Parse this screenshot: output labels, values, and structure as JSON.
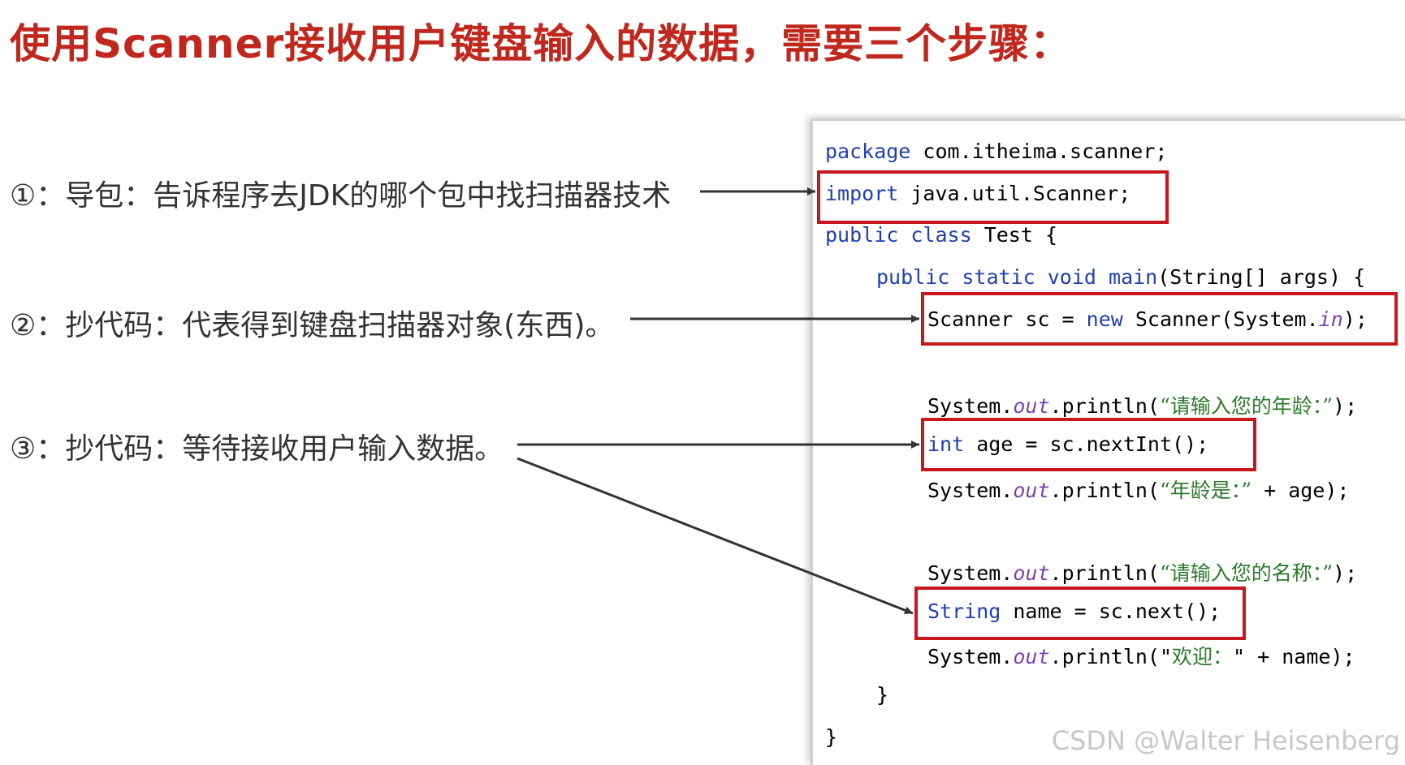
{
  "title": "使用Scanner接收用户键盘输入的数据，需要三个步骤：",
  "steps": [
    {
      "marker": "①：",
      "label": "导包：",
      "description": "告诉程序去JDK的哪个包中找扫描器技术"
    },
    {
      "marker": "②：",
      "label": "抄代码：",
      "description": "代表得到键盘扫描器对象(东西)。"
    },
    {
      "marker": "③：",
      "label": "抄代码：",
      "description": "等待接收用户输入数据。"
    }
  ],
  "code": {
    "line1": {
      "kw": "package",
      "rest": " com.itheima.scanner;"
    },
    "line2": {
      "kw": "import",
      "rest": " java.util.Scanner;"
    },
    "line3": {
      "kw1": "public",
      "sp": " ",
      "kw2": "class",
      "rest": " Test {"
    },
    "line4": {
      "kw1": "public",
      "kw2": "static",
      "kw3": "void",
      "kw4": "main",
      "rest": "(String[] args) {"
    },
    "line5": {
      "a": "Scanner sc = ",
      "kw": "new",
      "b": " Scanner(System.",
      "it": "in",
      "c": ");"
    },
    "line6": {
      "a": "System.",
      "it": "out",
      "b": ".println(",
      "cn": "“请输入您的年龄：”",
      "c": ");"
    },
    "line7": {
      "kw": "int",
      "rest": " age = sc.nextInt();"
    },
    "line8": {
      "a": "System.",
      "it": "out",
      "b": ".println(",
      "cn": "“年龄是：”",
      "c": " + age);"
    },
    "line9": {
      "a": "System.",
      "it": "out",
      "b": ".println(",
      "cn": "“请输入您的名称：”",
      "c": ");"
    },
    "line10": {
      "kw": "String",
      "rest": " name = sc.next();"
    },
    "line11": {
      "a": "System.",
      "it": "out",
      "b": ".println(\"",
      "cn": "欢迎：",
      "c": "\" + name);"
    },
    "line12": "}",
    "line13": "}"
  },
  "watermark": "CSDN @Walter Heisenberg",
  "colors": {
    "title": "#c0281e",
    "keyword": "#1f3fb0",
    "highlight_box": "#c8161d",
    "string": "#2b7a2b"
  }
}
